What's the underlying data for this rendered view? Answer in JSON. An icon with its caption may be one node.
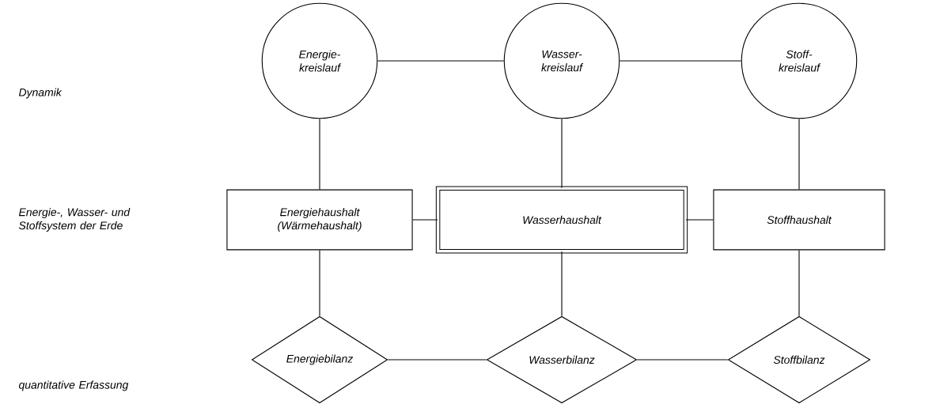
{
  "diagram": {
    "nodes": [
      {
        "text": [
          "Energie- kreislauf"
        ]
      },
      {
        "text": [
          "Wasser- kreislauf"
        ]
      },
      {
        "text": [
          "Stoff- kreislauf"
        ]
      },
      {
        "text": [
          "Energiehaushalt (Wärmehaushalt)"
        ]
      },
      {
        "text": [
          "Wasserhaushalt"
        ]
      },
      {
        "text": [
          "Stoffhaushalt"
        ]
      },
      {
        "text": [
          "Energiebilanz"
        ]
      },
      {
        "text": [
          "Wasserbilanz"
        ]
      },
      {
        "text": [
          "Stoffbilanz"
        ]
      }
    ],
    "edges": [
      {
        "from": 0,
        "to": 1,
        "arrow": "none"
      },
      {
        "from": 1,
        "to": 2,
        "arrow": "none"
      },
      {
        "from": 0,
        "to": 3,
        "arrow": "none"
      },
      {
        "from": 1,
        "to": 4,
        "arrow": "none"
      },
      {
        "from": 2,
        "to": 5,
        "arrow": "none"
      },
      {
        "from": 3,
        "to": 4,
        "arrow": "none"
      },
      {
        "from": 4,
        "to": 5,
        "arrow": "none"
      },
      {
        "from": 3,
        "to": 6,
        "arrow": "none"
      },
      {
        "from": 4,
        "to": 7,
        "arrow": "none"
      },
      {
        "from": 5,
        "to": 8,
        "arrow": "none"
      },
      {
        "from": 6,
        "to": 7,
        "arrow": "none"
      },
      {
        "from": 7,
        "to": 8,
        "arrow": "none"
      }
    ],
    "labels": [
      "Dynamik",
      "Energie-, Wasser- und Stoffsystem der Erde",
      "quantitative Erfassung"
    ]
  }
}
